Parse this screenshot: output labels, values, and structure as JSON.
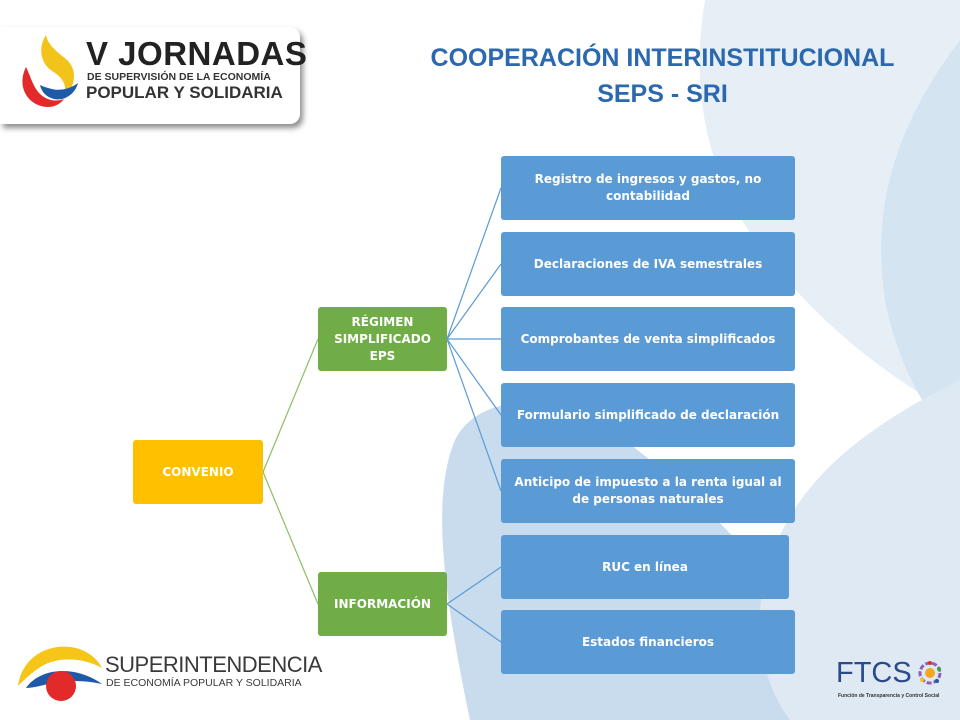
{
  "header": {
    "logo_title": "V JORNADAS",
    "logo_line1": "DE SUPERVISIÓN DE LA ECONOMÍA",
    "logo_line2": "POPULAR Y SOLIDARIA"
  },
  "title": {
    "line1": "COOPERACIÓN INTERINSTITUCIONAL",
    "line2": "SEPS - SRI"
  },
  "diagram": {
    "root": "CONVENIO",
    "branch_regimen": "RÉGIMEN SIMPLIFICADO EPS",
    "branch_informacion": "INFORMACIÓN",
    "regimen_items": [
      "Registro de ingresos y gastos, no contabilidad",
      "Declaraciones de IVA semestrales",
      "Comprobantes de venta simplificados",
      "Formulario simplificado de declaración",
      "Anticipo de impuesto a la renta igual al de personas naturales"
    ],
    "informacion_items": [
      "RUC en línea",
      "Estados financieros"
    ]
  },
  "footer": {
    "seps_title": "SUPERINTENDENCIA",
    "seps_sub": "DE ECONOMÍA POPULAR Y SOLIDARIA",
    "ftcs_title": "FTCS",
    "ftcs_sub": "Función de Transparencia y Control Social"
  },
  "colors": {
    "title": "#2b68ae",
    "root": "#ffc000",
    "branch": "#70ad47",
    "leaf": "#5b9bd5",
    "connector_branch": "#8cc063",
    "connector_leaf": "#5b9bd5"
  }
}
